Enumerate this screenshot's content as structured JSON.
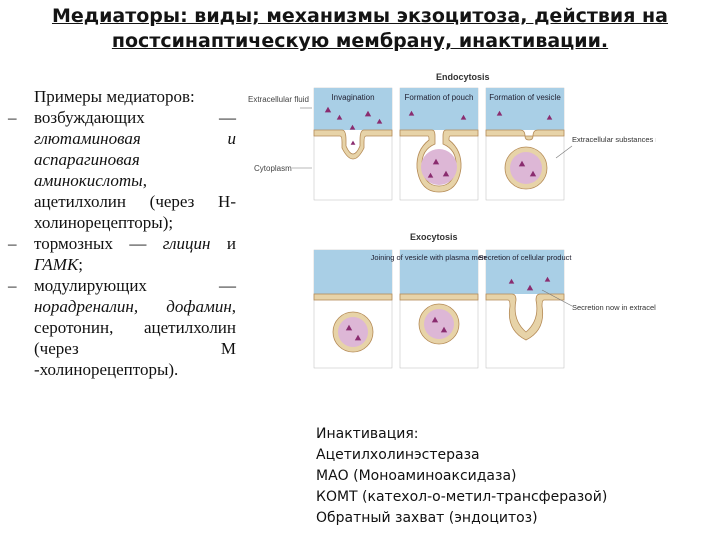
{
  "title": {
    "line1": "Медиаторы: виды; механизмы экзоцитоза, действия на",
    "line2": "постсинаптическую мембрану, инактивации."
  },
  "left": {
    "intro": "Примеры медиаторов:",
    "dash": "–",
    "items": [
      {
        "lead": "возбуждающих —",
        "italic": "глютаминовая и аспарагиновая аминокислоты",
        "rest": ", ацетилхолин (через Н-холинорецепторы);"
      },
      {
        "lead": "тормозных — ",
        "italic": "глицин",
        "mid": " и ",
        "italic2": "ГАМК",
        "rest": ";"
      },
      {
        "lead": "модулирующих — ",
        "italic": "норадреналин, дофамин",
        "rest": ", серотонин, ацетилхолин (через М -холинорецепторы)."
      }
    ]
  },
  "figure": {
    "endo_title": "Endocytosis",
    "exo_title": "Exocytosis",
    "extracellular_label": "Extracellular fluid",
    "cytoplasm_label": "Cytoplasm",
    "endo_steps": [
      "Invagination",
      "Formation of pouch",
      "Formation of vesicle"
    ],
    "exo_steps": [
      "Joining of vesicle with plasma membrane",
      "Secretion of cellular product"
    ],
    "endo_note": "Extracellular substances now within vesicle",
    "exo_note": "Secretion now in extracellular fluid",
    "colors": {
      "fluid": "#a9cfe6",
      "cyto": "#ffffff",
      "membrane": "#c7a87a",
      "vesicle": "#d9b1d6",
      "particle": "#8a2c6f"
    }
  },
  "inactivation": {
    "heading": "Инактивация:",
    "lines": [
      "Ацетилхолинэстераза",
      "МАО (Моноаминоаксидаза)",
      "КОМТ (катехол-о-метил-трансферазой)",
      "Обратный захват (эндоцитоз)"
    ]
  }
}
